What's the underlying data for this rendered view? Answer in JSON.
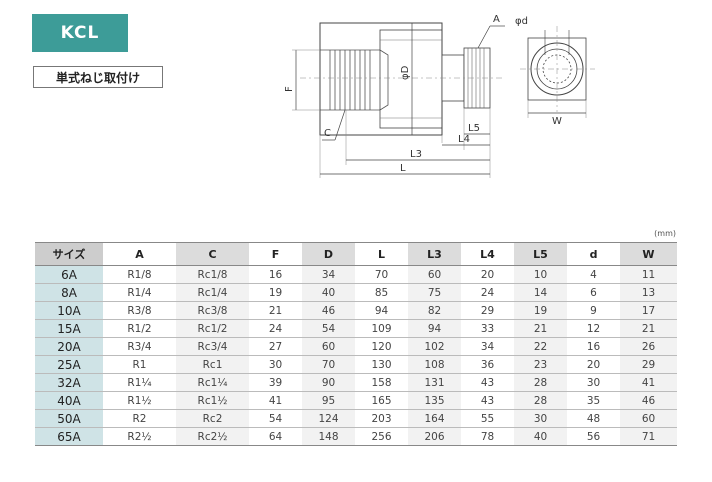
{
  "header": {
    "model": "KCL",
    "mount_type": "単式ねじ取付け"
  },
  "diagram": {
    "labels": {
      "A": "A",
      "phi_d": "φd",
      "phi_D": "φD",
      "F": "F",
      "C": "C",
      "L5": "L5",
      "L4": "L4",
      "L3": "L3",
      "L": "L",
      "W": "W"
    }
  },
  "table": {
    "unit": "(mm)",
    "headers": [
      "サイズ",
      "A",
      "C",
      "F",
      "D",
      "L",
      "L3",
      "L4",
      "L5",
      "d",
      "W"
    ],
    "rows": [
      [
        "6A",
        "R1/8",
        "Rc1/8",
        "16",
        "34",
        "70",
        "60",
        "20",
        "10",
        "4",
        "11"
      ],
      [
        "8A",
        "R1/4",
        "Rc1/4",
        "19",
        "40",
        "85",
        "75",
        "24",
        "14",
        "6",
        "13"
      ],
      [
        "10A",
        "R3/8",
        "Rc3/8",
        "21",
        "46",
        "94",
        "82",
        "29",
        "19",
        "9",
        "17"
      ],
      [
        "15A",
        "R1/2",
        "Rc1/2",
        "24",
        "54",
        "109",
        "94",
        "33",
        "21",
        "12",
        "21"
      ],
      [
        "20A",
        "R3/4",
        "Rc3/4",
        "27",
        "60",
        "120",
        "102",
        "34",
        "22",
        "16",
        "26"
      ],
      [
        "25A",
        "R1",
        "Rc1",
        "30",
        "70",
        "130",
        "108",
        "36",
        "23",
        "20",
        "29"
      ],
      [
        "32A",
        "R1¼",
        "Rc1¼",
        "39",
        "90",
        "158",
        "131",
        "43",
        "28",
        "30",
        "41"
      ],
      [
        "40A",
        "R1½",
        "Rc1½",
        "41",
        "95",
        "165",
        "135",
        "43",
        "28",
        "35",
        "46"
      ],
      [
        "50A",
        "R2",
        "Rc2",
        "54",
        "124",
        "203",
        "164",
        "55",
        "30",
        "48",
        "60"
      ],
      [
        "65A",
        "R2½",
        "Rc2½",
        "64",
        "148",
        "256",
        "206",
        "78",
        "40",
        "56",
        "71"
      ]
    ]
  }
}
